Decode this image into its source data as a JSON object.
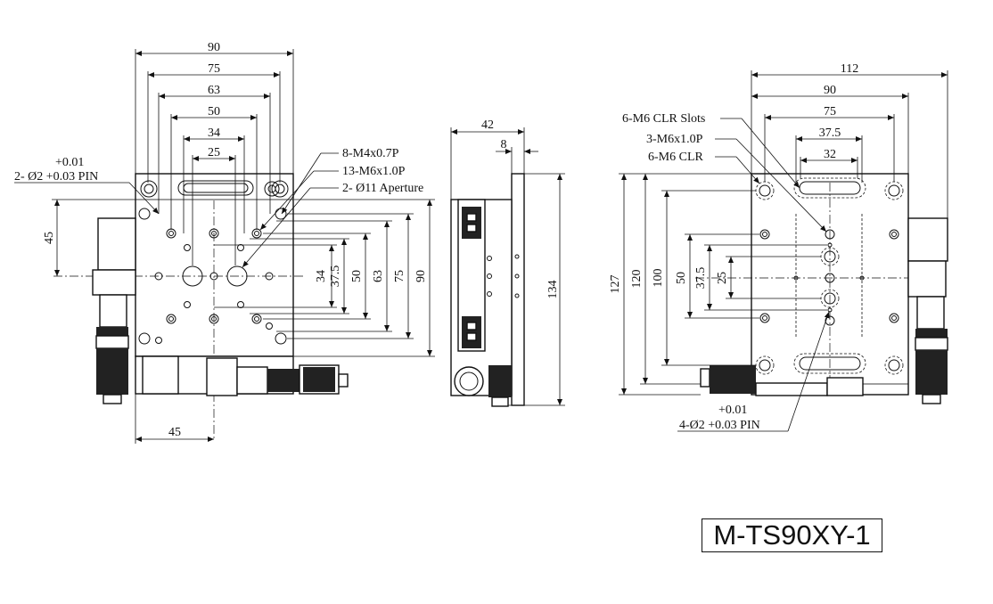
{
  "model": "M-TS90XY-1",
  "top_view": {
    "width_dims": [
      "90",
      "75",
      "63",
      "50",
      "34",
      "25"
    ],
    "height_dims": [
      "34",
      "37.5",
      "50",
      "63",
      "75",
      "90"
    ],
    "left_dim": "45",
    "bottom_dim": "45",
    "pin_tolerance": "+0.01",
    "pin_label": "2- Ø2 +0.03 PIN",
    "callouts": [
      "8-M4x0.7P",
      "13-M6x1.0P",
      "2- Ø11 Aperture"
    ]
  },
  "side_view": {
    "width_dim": "42",
    "thickness_dim": "8",
    "height_dim": "134"
  },
  "bottom_view": {
    "width_dims": [
      "112",
      "90",
      "75",
      "37.5",
      "32"
    ],
    "height_dims": [
      "127",
      "120",
      "100",
      "50",
      "37.5",
      "25"
    ],
    "callouts": [
      "6-M6 CLR Slots",
      "3-M6x1.0P",
      "6-M6 CLR"
    ],
    "pin_tolerance": "+0.01",
    "pin_label": "4-Ø2 +0.03 PIN"
  }
}
